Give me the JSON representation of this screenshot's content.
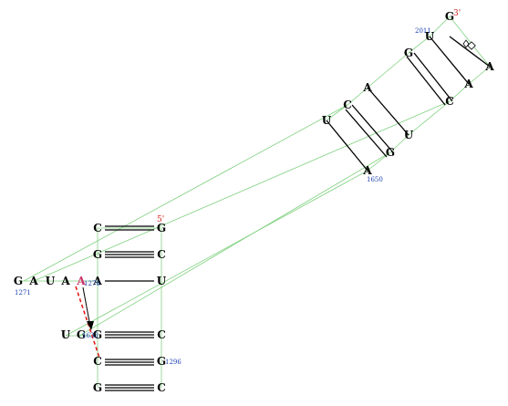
{
  "end_labels": {
    "five_prime": "5'",
    "three_prime": "3'"
  },
  "numbers": {
    "n2011": "2011",
    "n1650": "1650",
    "n1271": "1271",
    "n1276": "1276",
    "n1633": "1633",
    "n1296": "1296"
  },
  "upper_helix": {
    "left_strand": [
      "G",
      "G",
      "A",
      "C",
      "U"
    ],
    "right_strand": [
      "A",
      "A",
      "C",
      "U",
      "G",
      "A"
    ]
  },
  "lower_helix": {
    "left_column": [
      "C",
      "G",
      "A",
      "G",
      "C",
      "G"
    ],
    "right_column": [
      "G",
      "C",
      "U",
      "C",
      "G",
      "C"
    ]
  },
  "single_strand": [
    "G",
    "A",
    "U",
    "A",
    "A"
  ],
  "loose_nucleotides": [
    "U",
    "G"
  ],
  "colors": {
    "backbone": "#7fd07f",
    "pair": "#000000",
    "highlight_nt": "#cc3366",
    "number": "#1a3fb0",
    "end_label": "#d42020",
    "dashed_link": "#e21f1f"
  }
}
